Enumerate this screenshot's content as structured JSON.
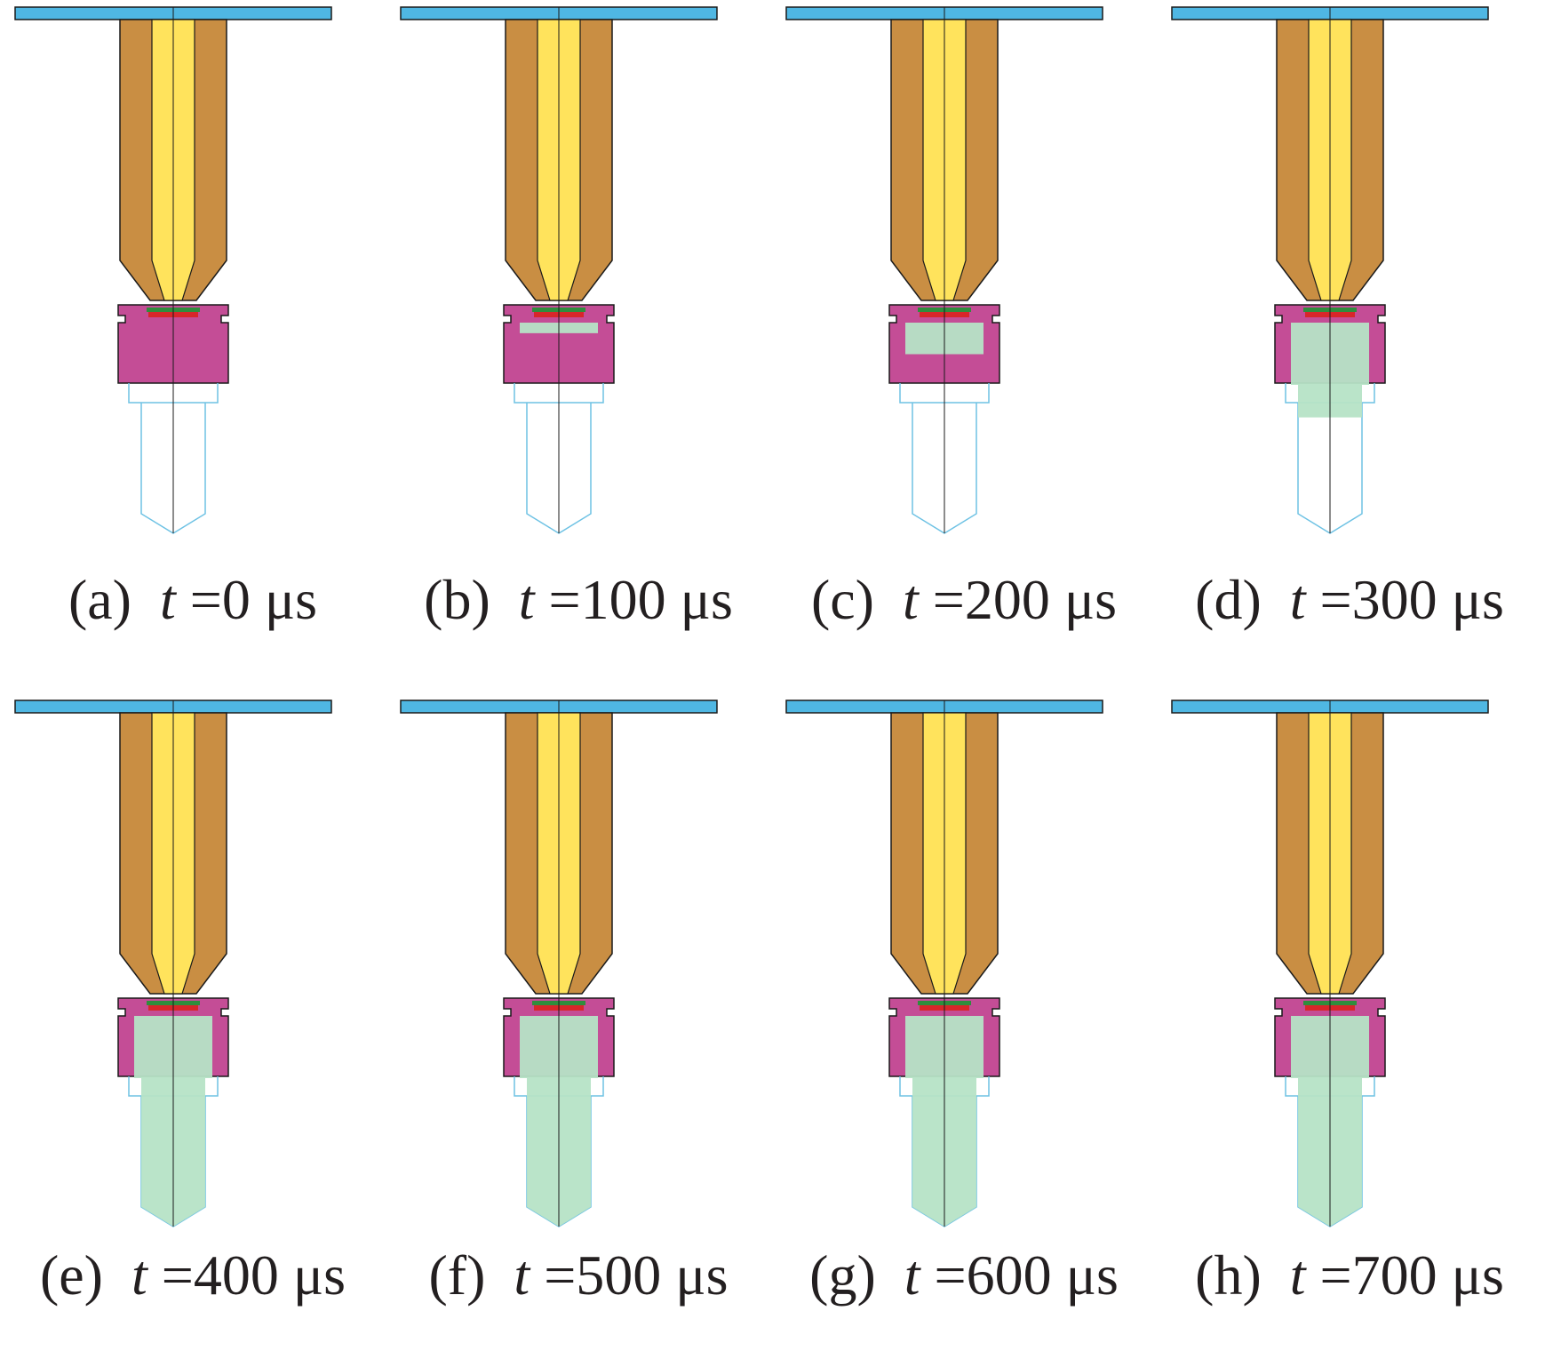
{
  "figure": {
    "panels": [
      {
        "id": "a",
        "letter": "(a)",
        "var": "t",
        "eq": "=",
        "value": "0",
        "unit": "μs",
        "fill": 0.0
      },
      {
        "id": "b",
        "letter": "(b)",
        "var": "t",
        "eq": "=",
        "value": "100",
        "unit": "μs",
        "fill": 0.05
      },
      {
        "id": "c",
        "letter": "(c)",
        "var": "t",
        "eq": "=",
        "value": "200",
        "unit": "μs",
        "fill": 0.15
      },
      {
        "id": "d",
        "letter": "(d)",
        "var": "t",
        "eq": "=",
        "value": "300",
        "unit": "μs",
        "fill": 0.45
      },
      {
        "id": "e",
        "letter": "(e)",
        "var": "t",
        "eq": "=",
        "value": "400",
        "unit": "μs",
        "fill": 1.0
      },
      {
        "id": "f",
        "letter": "(f)",
        "var": "t",
        "eq": "=",
        "value": "500",
        "unit": "μs",
        "fill": 1.0
      },
      {
        "id": "g",
        "letter": "(g)",
        "var": "t",
        "eq": "=",
        "value": "600",
        "unit": "μs",
        "fill": 1.0
      },
      {
        "id": "h",
        "letter": "(h)",
        "var": "t",
        "eq": "=",
        "value": "700",
        "unit": "μs",
        "fill": 1.0
      }
    ],
    "colors": {
      "plate": "#4fb7e3",
      "body": "#c98e43",
      "core": "#ffe35c",
      "cup": "#c44d96",
      "product": "#b6e3c6",
      "charge_red": "#d8262a",
      "charge_green": "#2f8d3d",
      "outline": "#1a1a1a",
      "tube": "#6ec2e4"
    }
  }
}
